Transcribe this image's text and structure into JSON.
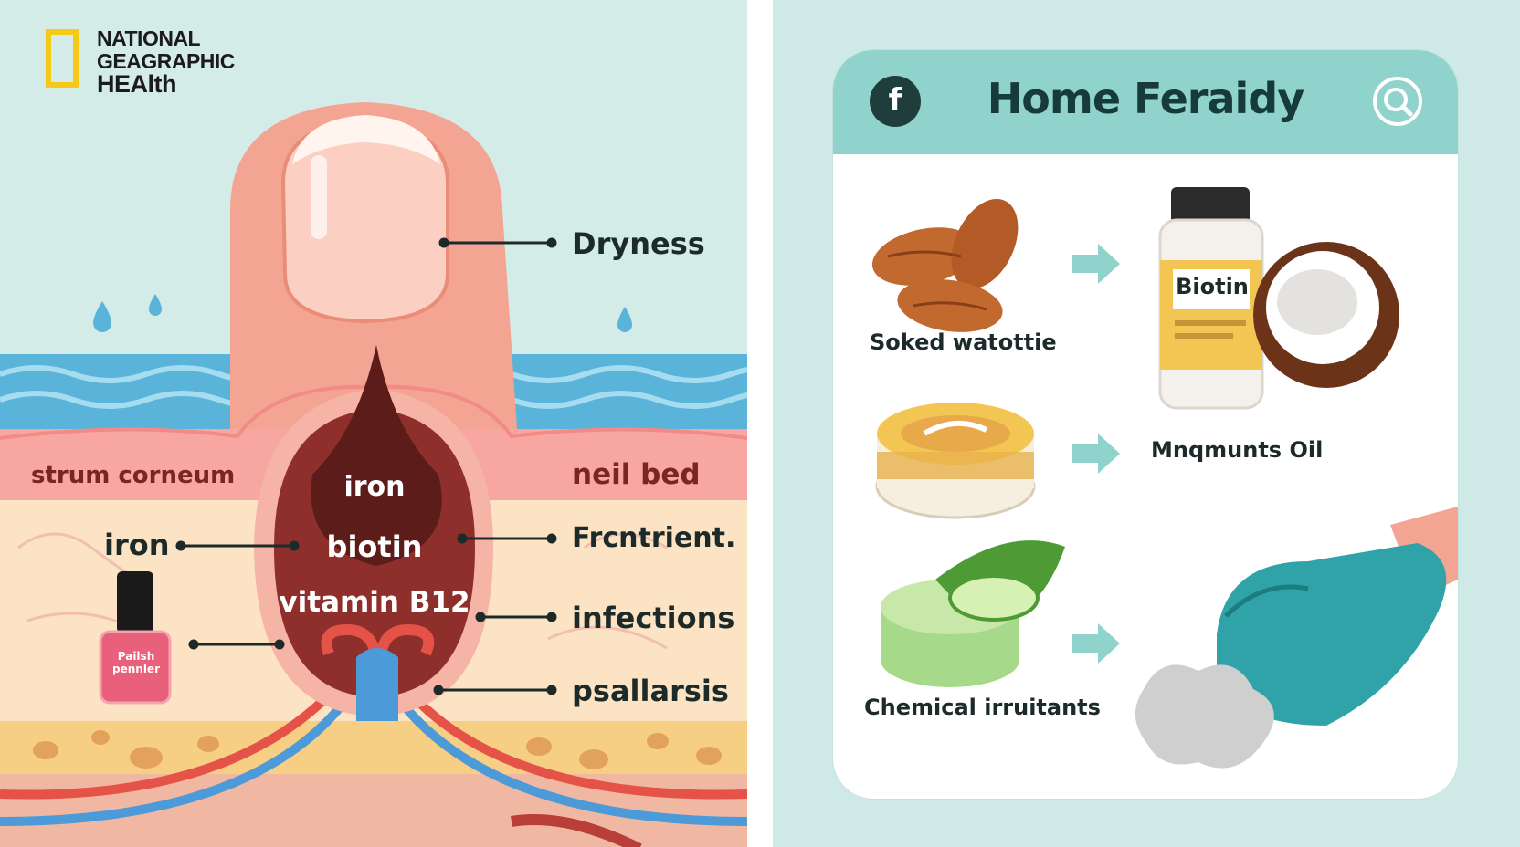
{
  "brand": {
    "line1": "NATIONAL",
    "line2": "GEAGRAPHIC",
    "line3": "HEAlth",
    "frame_color": "#f5c916"
  },
  "anatomy": {
    "labels": {
      "dryness": "Dryness",
      "stratum": "strum corneum",
      "nail_bed": "neil bed",
      "iron_side": "iron",
      "nutrient": "Frcntrient.",
      "infections": "infections",
      "psoriasis": "psallarsis",
      "iron_center": "iron",
      "biotin_center": "biotin",
      "vitamin_center": "vitamin B12"
    },
    "polish": {
      "line1": "Pailsh",
      "line2": "pennler"
    }
  },
  "remedy_card": {
    "title": "Home Feraidy",
    "bolt_glyph": "f",
    "items": {
      "almonds": "Soked watottie",
      "biotin_bottle": "Biotin",
      "oil": "Mnqmunts Oil",
      "chemical": "Chemical irruitants"
    }
  },
  "colors": {
    "accent_teal": "#8fd3cc",
    "skin_pink": "#f4a493",
    "nail_bed_red": "#8e2f2c",
    "water_blue": "#5ab4da",
    "glove_teal": "#2fa3a8"
  }
}
